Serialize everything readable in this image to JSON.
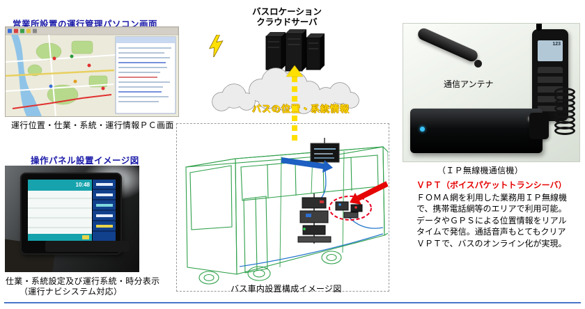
{
  "colors": {
    "title_blue": "#1a1aa8",
    "vpt_red": "#e60000",
    "cloud_label_yellow": "#ffd700",
    "arrow_blue": "#1d5fc2",
    "arrow_red": "#e60505",
    "bus_wireframe_green": "#2fa04a",
    "bottom_rule_blue": "#4a74c8"
  },
  "left": {
    "pc_title": "営業所設置の運行管理パソコン画面",
    "pc_caption": "運行位置・仕業・系統・運行情報ＰＣ画面",
    "panel_title": "操作パネル設置イメージ図",
    "panel_screen_time": "10:48",
    "panel_caption1": "仕業・系統設定及び運行系統・時分表示",
    "panel_caption2": "（運行ナビシステム対応）"
  },
  "center": {
    "cloud_title_line1": "バスロケーション",
    "cloud_title_line2": "クラウドサーバ",
    "cloud_label": "バスの位置・系統情報",
    "bus_caption": "バス車内設置構成イメージ図"
  },
  "right": {
    "antenna_label": "通信アンテナ",
    "handheld_screen": "123",
    "photo_caption": "（ＩＰ無線機通信機）",
    "vpt_title": "ＶＰＴ（ボイスパケットトランシーバ）",
    "vpt_lines": [
      "ＦＯＭＡ網を利用した業務用ＩＰ無線機",
      "で、携帯電話網等のエリアで利用可能。",
      "データやＧＰＳによる位置情報をリアル",
      "タイムで発信。通話音声もとてもクリア",
      "ＶＰＴで、バスのオンライン化が実現。"
    ]
  }
}
